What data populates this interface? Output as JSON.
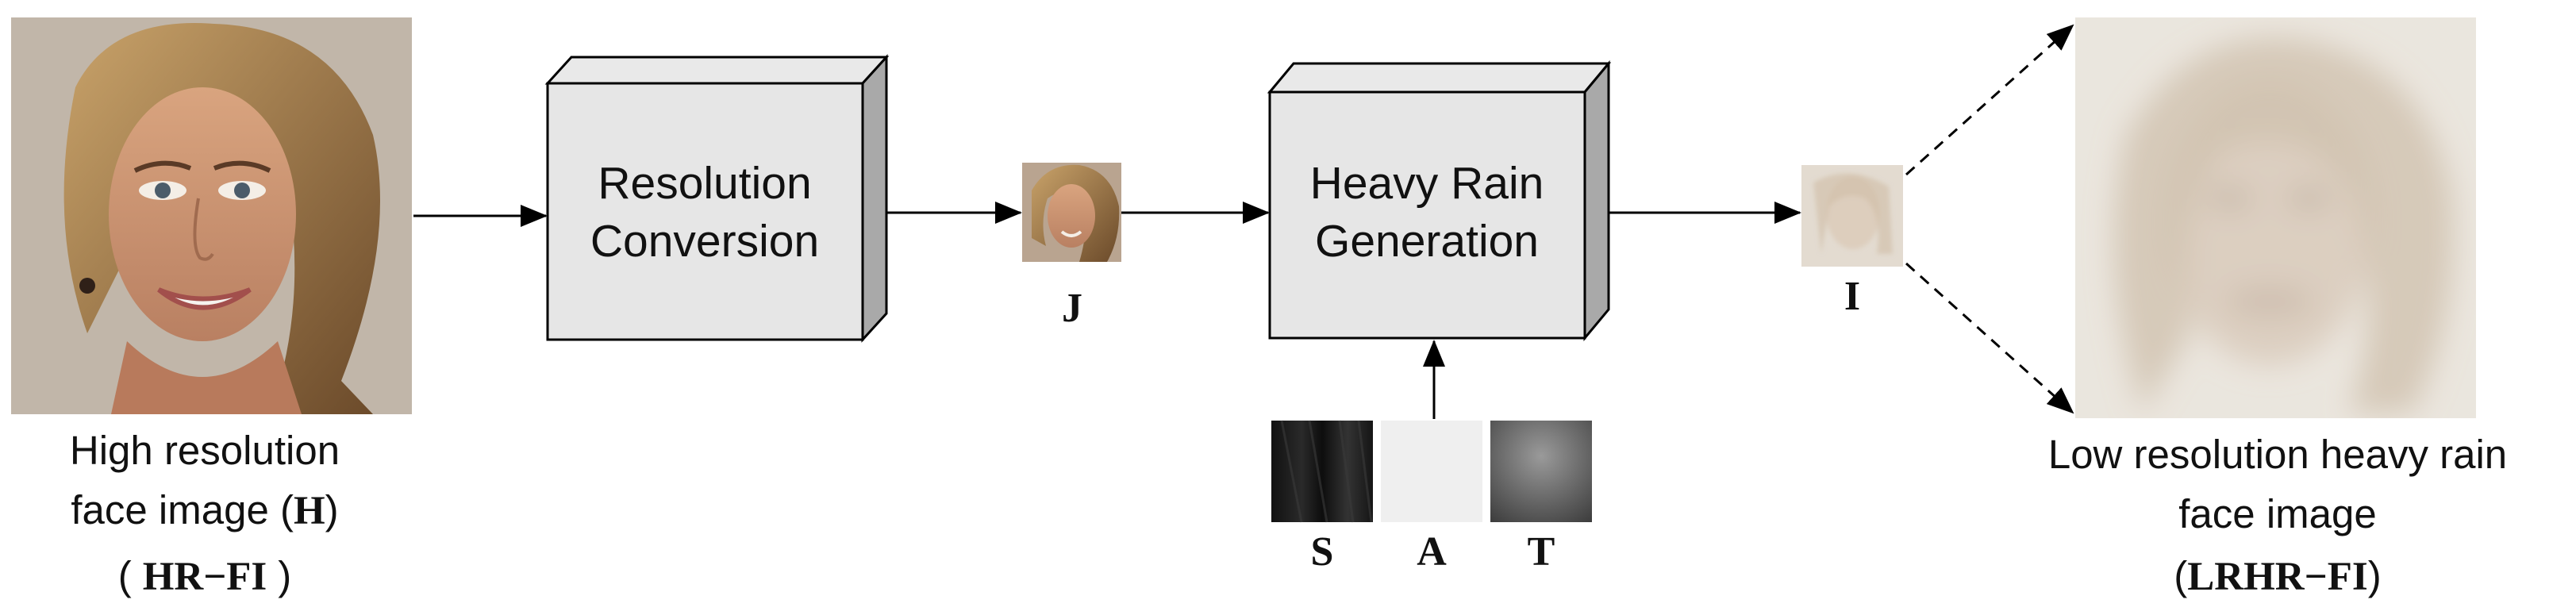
{
  "hr_image": {
    "caption_line1": "High resolution",
    "caption_line2_text": "face image (",
    "caption_line2_symbol": "H",
    "caption_line2_close": ")",
    "caption_line3_open": "(",
    "caption_line3_abbr": "HR−FI",
    "caption_line3_close": ")"
  },
  "resolution_block": {
    "line1": "Resolution",
    "line2": "Conversion"
  },
  "j_image": {
    "label": "J"
  },
  "rain_block": {
    "line1": "Heavy Rain",
    "line2": "Generation"
  },
  "rain_inputs": [
    {
      "label": "S"
    },
    {
      "label": "A"
    },
    {
      "label": "T"
    }
  ],
  "i_image": {
    "label": "I"
  },
  "output_image": {
    "caption_line1": "Low resolution heavy rain",
    "caption_line2": "face image",
    "caption_line3_open": "(",
    "caption_line3_abbr": "LRHR−FI",
    "caption_line3_close": ")"
  },
  "colors": {
    "block_face": "#e6e6e6",
    "block_top": "#e9e9e9",
    "block_side": "#a9a9a9",
    "stroke": "#000000"
  }
}
